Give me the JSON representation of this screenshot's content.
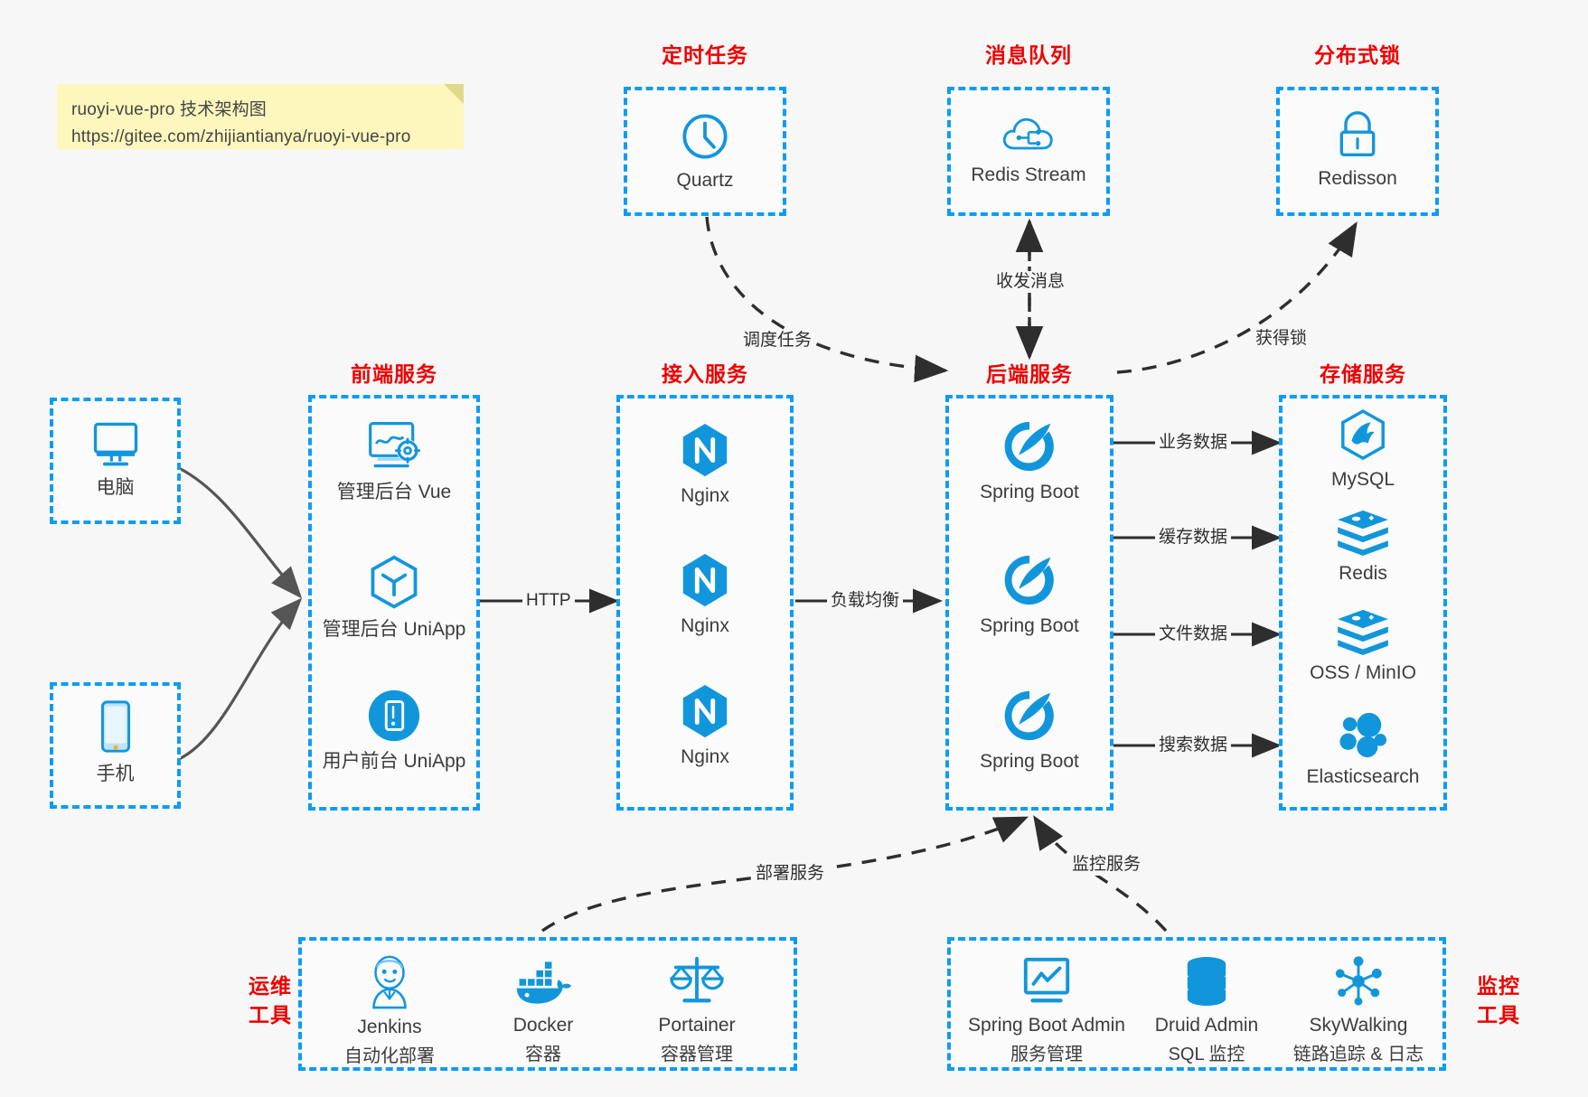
{
  "note": {
    "line1": "ruoyi-vue-pro 技术架构图",
    "line2": "https://gitee.com/zhijiantianya/ruoyi-vue-pro"
  },
  "colors": {
    "accent_blue": "#0d9cf5",
    "icon_blue": "#1296db",
    "title_red": "#ee0000",
    "background": "#f7f7f7",
    "note_yellow": "#fdf7bd",
    "arrow_dark": "#3c3c3c"
  },
  "groups": {
    "scheduled_task": {
      "title": "定时任务",
      "nodes": [
        {
          "label": "Quartz",
          "icon": "clock-icon"
        }
      ]
    },
    "message_queue": {
      "title": "消息队列",
      "nodes": [
        {
          "label": "Redis Stream",
          "icon": "cloud-stream-icon"
        }
      ]
    },
    "distributed_lock": {
      "title": "分布式锁",
      "nodes": [
        {
          "label": "Redisson",
          "icon": "lock-icon"
        }
      ]
    },
    "clients": {
      "nodes": [
        {
          "label": "电脑",
          "icon": "desktop-icon"
        },
        {
          "label": "手机",
          "icon": "phone-icon"
        }
      ]
    },
    "frontend": {
      "title": "前端服务",
      "nodes": [
        {
          "label": "管理后台 Vue",
          "icon": "dashboard-gear-icon"
        },
        {
          "label": "管理后台 UniApp",
          "icon": "cube-icon"
        },
        {
          "label": "用户前台 UniApp",
          "icon": "mobile-circle-icon"
        }
      ]
    },
    "gateway": {
      "title": "接入服务",
      "nodes": [
        {
          "label": "Nginx",
          "icon": "nginx-icon"
        },
        {
          "label": "Nginx",
          "icon": "nginx-icon"
        },
        {
          "label": "Nginx",
          "icon": "nginx-icon"
        }
      ]
    },
    "backend": {
      "title": "后端服务",
      "nodes": [
        {
          "label": "Spring Boot",
          "icon": "spring-leaf-icon"
        },
        {
          "label": "Spring Boot",
          "icon": "spring-leaf-icon"
        },
        {
          "label": "Spring Boot",
          "icon": "spring-leaf-icon"
        }
      ]
    },
    "storage": {
      "title": "存储服务",
      "nodes": [
        {
          "label": "MySQL",
          "icon": "mysql-dolphin-icon"
        },
        {
          "label": "Redis",
          "icon": "redis-stack-icon"
        },
        {
          "label": "OSS / MinIO",
          "icon": "redis-stack-icon"
        },
        {
          "label": "Elasticsearch",
          "icon": "elasticsearch-icon"
        }
      ]
    },
    "devops": {
      "title_line1": "运维",
      "title_line2": "工具",
      "nodes": [
        {
          "label": "Jenkins",
          "sublabel": "自动化部署",
          "icon": "jenkins-butler-icon"
        },
        {
          "label": "Docker",
          "sublabel": "容器",
          "icon": "docker-whale-icon"
        },
        {
          "label": "Portainer",
          "sublabel": "容器管理",
          "icon": "scales-icon"
        }
      ]
    },
    "monitoring": {
      "title_line1": "监控",
      "title_line2": "工具",
      "nodes": [
        {
          "label": "Spring Boot Admin",
          "sublabel": "服务管理",
          "icon": "monitor-chart-icon"
        },
        {
          "label": "Druid Admin",
          "sublabel": "SQL 监控",
          "icon": "database-icon"
        },
        {
          "label": "SkyWalking",
          "sublabel": "链路追踪 & 日志",
          "icon": "network-nodes-icon"
        }
      ]
    }
  },
  "edges": [
    {
      "id": "http",
      "label": "HTTP",
      "from": "frontend",
      "to": "gateway"
    },
    {
      "id": "lb",
      "label": "负载均衡",
      "from": "gateway",
      "to": "backend"
    },
    {
      "id": "schedule",
      "label": "调度任务",
      "from": "scheduled_task",
      "to": "backend"
    },
    {
      "id": "mq",
      "label": "收发消息",
      "from": "backend",
      "to": "message_queue"
    },
    {
      "id": "lock",
      "label": "获得锁",
      "from": "backend",
      "to": "distributed_lock"
    },
    {
      "id": "biz-data",
      "label": "业务数据",
      "from": "backend",
      "to": "storage"
    },
    {
      "id": "cache-data",
      "label": "缓存数据",
      "from": "backend",
      "to": "storage"
    },
    {
      "id": "file-data",
      "label": "文件数据",
      "from": "backend",
      "to": "storage"
    },
    {
      "id": "search-data",
      "label": "搜索数据",
      "from": "backend",
      "to": "storage"
    },
    {
      "id": "deploy",
      "label": "部署服务",
      "from": "devops",
      "to": "backend"
    },
    {
      "id": "monitor",
      "label": "监控服务",
      "from": "monitoring",
      "to": "backend"
    }
  ]
}
